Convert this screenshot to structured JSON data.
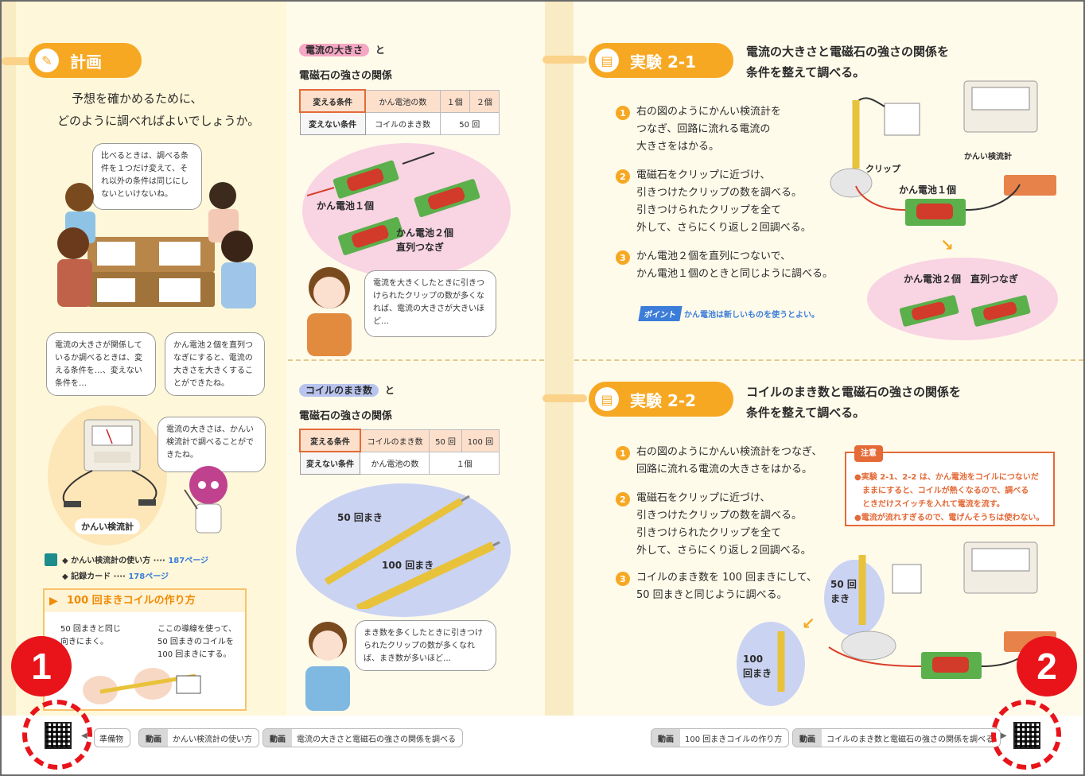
{
  "left": {
    "plan_header": "計画",
    "plan_intro": [
      "予想を確かめるために、",
      "どのように調べればよいでしょうか。"
    ],
    "bubble_top": "比べるときは、調べる条件を１つだけ変えて、それ以外の条件は同じにしないといけないね。",
    "bubble_left": "電流の大きさが関係しているか調べるときは、変える条件を…、変えない条件を…",
    "bubble_right": "かん電池２個を直列つなぎにすると、電流の大きさを大きくすることができたね。",
    "bubble_meter": "電流の大きさは、かんい検流計で調べることができたね。",
    "meter_label": "かんい検流計",
    "links": [
      {
        "text": "かんい検流計の使い方",
        "page": "187ページ"
      },
      {
        "text": "記録カード",
        "page": "178ページ"
      }
    ],
    "coil_box": {
      "title": "100 回まきコイルの作り方",
      "text_a": "50 回まきと同じ向きにまく。",
      "text_b": "ここの導線を使って、50 回まきのコイルを 100 回まきにする。"
    }
  },
  "middle": {
    "topic1": {
      "tag": "電流の大きさ",
      "tail": "と",
      "line2": "電磁石の強さの関係"
    },
    "table1": {
      "row1": [
        "変える条件",
        "かん電池の数",
        "１個",
        "２個"
      ],
      "row2": [
        "変えない条件",
        "コイルのまき数",
        "50 回"
      ]
    },
    "fig1": {
      "label_a": "かん電池１個",
      "label_b": "かん電池２個",
      "label_c": "直列つなぎ"
    },
    "bubble1": "電流を大きくしたときに引きつけられたクリップの数が多くなれば、電流の大きさが大きいほど…",
    "topic2": {
      "tag": "コイルのまき数",
      "tail": "と",
      "line2": "電磁石の強さの関係"
    },
    "table2": {
      "row1": [
        "変える条件",
        "コイルのまき数",
        "50 回",
        "100 回"
      ],
      "row2": [
        "変えない条件",
        "かん電池の数",
        "１個"
      ]
    },
    "fig2": {
      "label_a": "50 回まき",
      "label_b": "100 回まき"
    },
    "bubble2": "まき数を多くしたときに引きつけられたクリップの数が多くなれば、まき数が多いほど…"
  },
  "right": {
    "exp1": {
      "badge": "実験 2-1",
      "title": [
        "電流の大きさと電磁石の強さの関係を",
        "条件を整えて調べる。"
      ],
      "steps": [
        [
          "右の図のようにかんい検流計を",
          "つなぎ、回路に流れる電流の",
          "大きさをはかる。"
        ],
        [
          "電磁石をクリップに近づけ、",
          "引きつけたクリップの数を調べる。",
          "引きつけられたクリップを全て",
          "外して、さらにくり返し２回調べる。"
        ],
        [
          "かん電池２個を直列につないで、",
          "かん電池１個のときと同じように調べる。"
        ]
      ],
      "point_tag": "ポイント",
      "point_text": "かん電池は新しいものを使うとよい。",
      "fig_labels": {
        "meter": "かんい検流計",
        "clip": "クリップ",
        "battery1": "かん電池１個",
        "battery2": "かん電池２個　直列つなぎ"
      }
    },
    "exp2": {
      "badge": "実験 2-2",
      "title": [
        "コイルのまき数と電磁石の強さの関係を",
        "条件を整えて調べる。"
      ],
      "steps": [
        [
          "右の図のようにかんい検流計をつなぎ、",
          "回路に流れる電流の大きさをはかる。"
        ],
        [
          "電磁石をクリップに近づけ、",
          "引きつけたクリップの数を調べる。",
          "引きつけられたクリップを全て",
          "外して、さらにくり返し２回調べる。"
        ],
        [
          "コイルのまき数を 100 回まきにして、",
          "50 回まきと同じように調べる。"
        ]
      ],
      "caution_head": "注意",
      "caution": [
        "●実験 2-1、2-2 は、かん電池をコイルにつないだ",
        "　ままにすると、コイルが熱くなるので、調べる",
        "　ときだけスイッチを入れて電流を流す。",
        "●電流が流れすぎるので、電げんそうちは使わない。"
      ],
      "fig_labels": {
        "coil50": "50 回まき",
        "coil100": "100 回まき"
      }
    }
  },
  "bottom": {
    "left_items": [
      {
        "label": "",
        "text": "準備物"
      },
      {
        "label": "動画",
        "text": "かんい検流計の使い方"
      },
      {
        "label": "動画",
        "text": "電流の大きさと電磁石の強さの関係を調べる"
      }
    ],
    "right_items": [
      {
        "label": "動画",
        "text": "100 回まきコイルの作り方"
      },
      {
        "label": "動画",
        "text": "コイルのまき数と電磁石の強さの関係を調べる"
      }
    ],
    "marker_left": "1",
    "marker_right": "2"
  },
  "colors": {
    "accent": "#f7a823",
    "red": "#e8141a",
    "pink": "#f5a7c3",
    "blue": "#b8c4ee"
  }
}
